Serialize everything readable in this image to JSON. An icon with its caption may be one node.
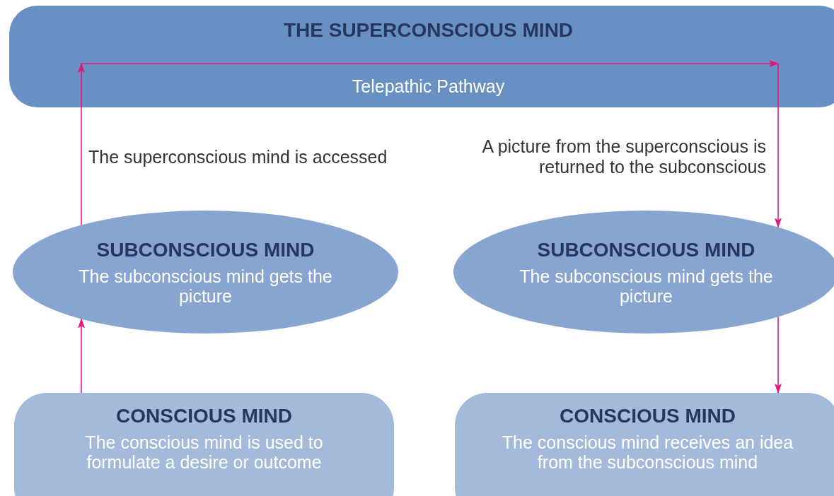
{
  "diagram": {
    "nodes": [
      {
        "text": [
          "THE SUPERCONSCIOUS MIND",
          "Telepathic Pathway"
        ]
      },
      {
        "text": [
          "SUBCONSCIOUS MIND",
          "The subconscious mind gets the picture"
        ]
      },
      {
        "text": [
          "SUBCONSCIOUS MIND",
          "The subconscious mind gets the picture"
        ]
      },
      {
        "text": [
          "CONSCIOUS MIND",
          "The conscious mind is used to formulate a desire or outcome"
        ]
      },
      {
        "text": [
          "CONSCIOUS MIND",
          "The conscious mind receives an idea from the subconscious mind"
        ]
      }
    ],
    "edges": [
      {
        "from": 3,
        "to": 1,
        "arrow": "to"
      },
      {
        "from": 1,
        "to": 0,
        "arrow": "to",
        "label": "The superconscious mind is accessed"
      },
      {
        "from": 0,
        "to": 2,
        "arrow": "to",
        "label": "A picture from the superconscious is returned to the subconscious"
      },
      {
        "from": 2,
        "to": 4,
        "arrow": "to"
      }
    ]
  }
}
